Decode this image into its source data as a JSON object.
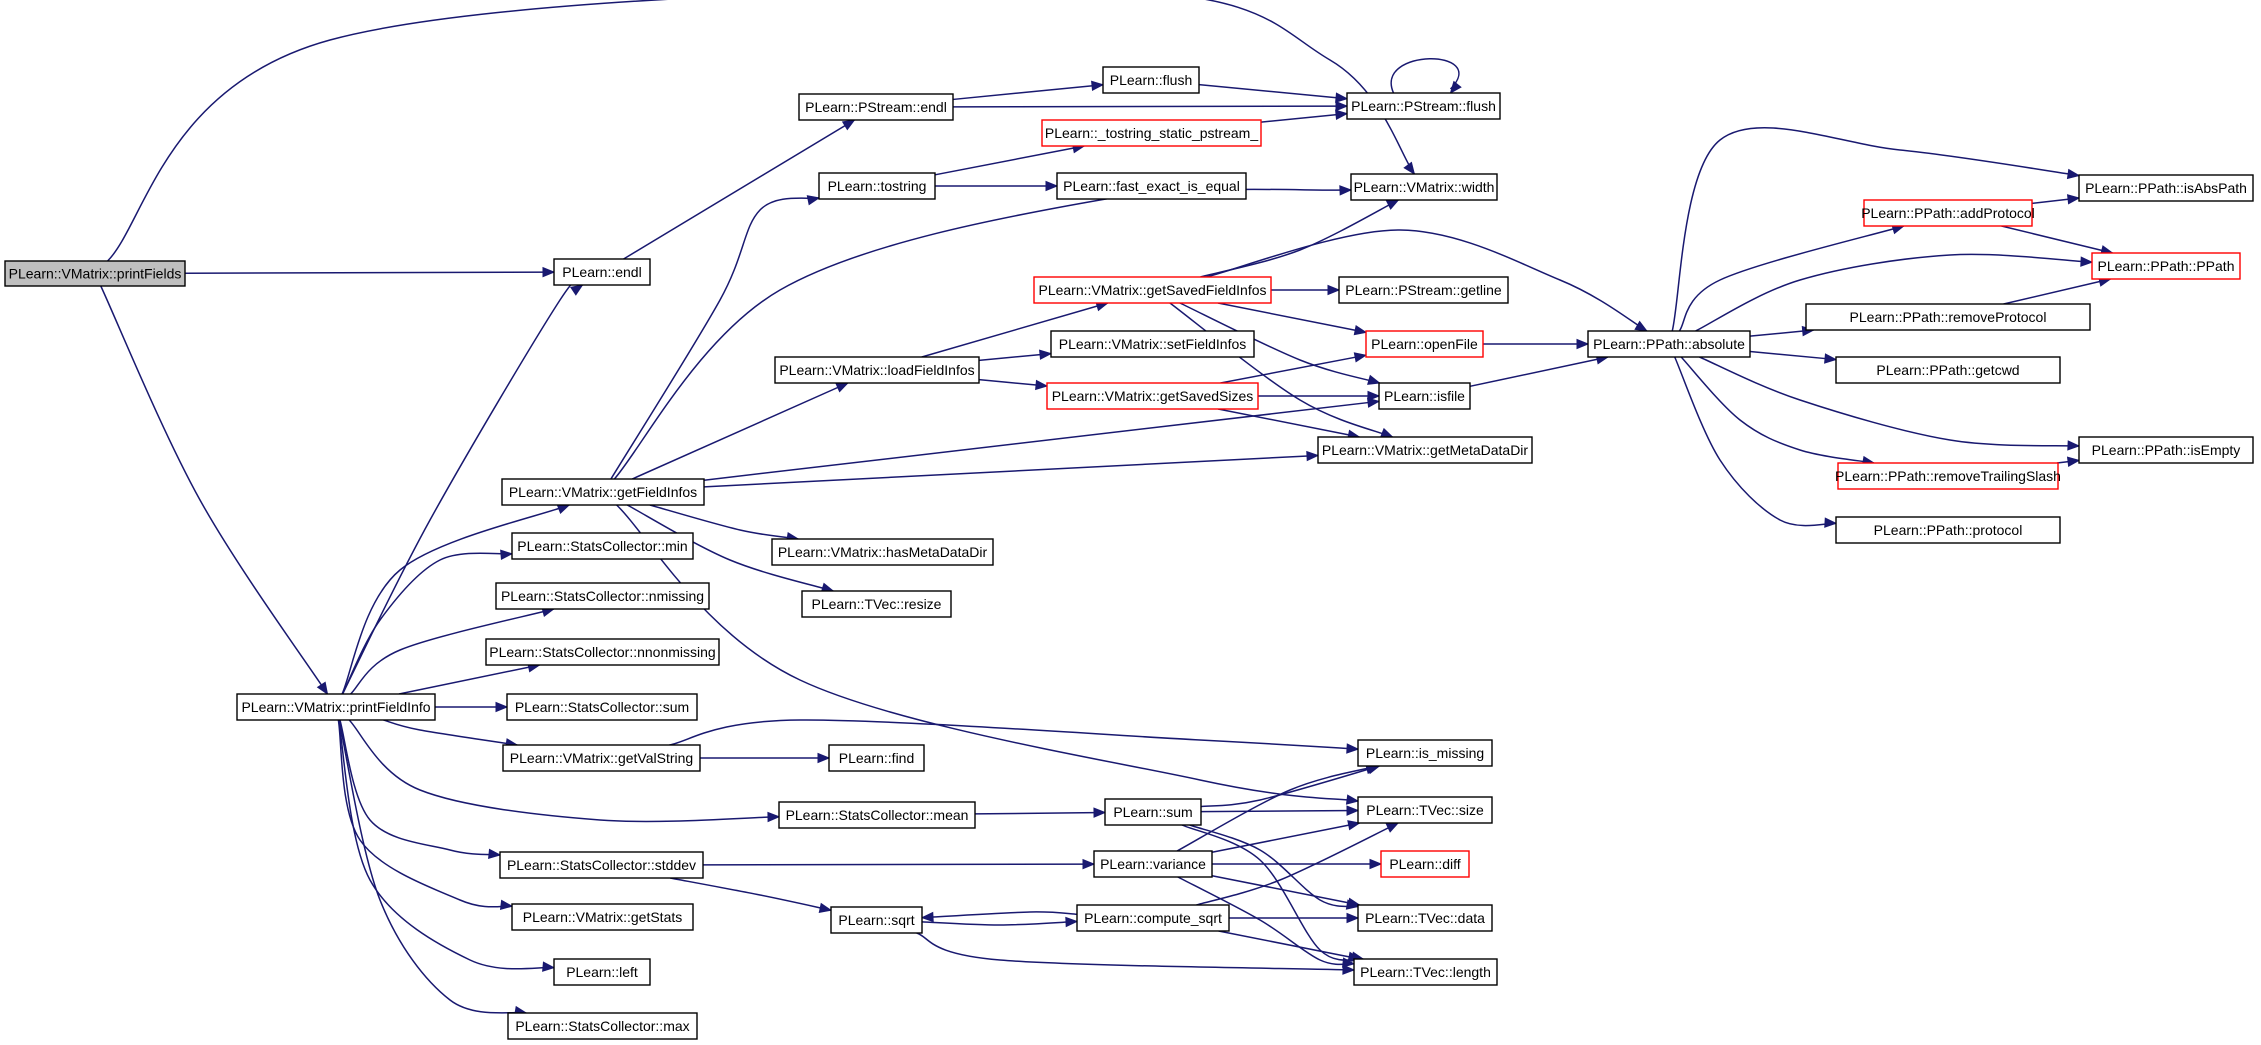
{
  "graph": {
    "nodes": [
      {
        "id": "printFields",
        "label": "PLearn::VMatrix::printFields",
        "highlight": true
      },
      {
        "id": "endl",
        "label": "PLearn::endl"
      },
      {
        "id": "pstream_endl",
        "label": "PLearn::PStream::endl"
      },
      {
        "id": "flush",
        "label": "PLearn::flush"
      },
      {
        "id": "pstream_flush",
        "label": "PLearn::PStream::flush"
      },
      {
        "id": "tostring_static",
        "label": "PLearn::_tostring_static_pstream_",
        "truncated": true
      },
      {
        "id": "tostring",
        "label": "PLearn::tostring"
      },
      {
        "id": "fast_exact",
        "label": "PLearn::fast_exact_is_equal"
      },
      {
        "id": "width",
        "label": "PLearn::VMatrix::width"
      },
      {
        "id": "getSavedFieldInfos",
        "label": "PLearn::VMatrix::getSavedFieldInfos",
        "truncated": true
      },
      {
        "id": "getline",
        "label": "PLearn::PStream::getline"
      },
      {
        "id": "setFieldInfos",
        "label": "PLearn::VMatrix::setFieldInfos"
      },
      {
        "id": "loadFieldInfos",
        "label": "PLearn::VMatrix::loadFieldInfos"
      },
      {
        "id": "openFile",
        "label": "PLearn::openFile",
        "truncated": true
      },
      {
        "id": "getSavedSizes",
        "label": "PLearn::VMatrix::getSavedSizes",
        "truncated": true
      },
      {
        "id": "isfile",
        "label": "PLearn::isfile"
      },
      {
        "id": "getMetaDataDir",
        "label": "PLearn::VMatrix::getMetaDataDir"
      },
      {
        "id": "getFieldInfos",
        "label": "PLearn::VMatrix::getFieldInfos"
      },
      {
        "id": "hasMetaDataDir",
        "label": "PLearn::VMatrix::hasMetaDataDir"
      },
      {
        "id": "tvec_resize",
        "label": "PLearn::TVec::resize"
      },
      {
        "id": "sc_min",
        "label": "PLearn::StatsCollector::min"
      },
      {
        "id": "sc_nmissing",
        "label": "PLearn::StatsCollector::nmissing"
      },
      {
        "id": "sc_nnonmissing",
        "label": "PLearn::StatsCollector::nnonmissing"
      },
      {
        "id": "printFieldInfo",
        "label": "PLearn::VMatrix::printFieldInfo"
      },
      {
        "id": "sc_sum",
        "label": "PLearn::StatsCollector::sum"
      },
      {
        "id": "getValString",
        "label": "PLearn::VMatrix::getValString"
      },
      {
        "id": "find",
        "label": "PLearn::find"
      },
      {
        "id": "is_missing",
        "label": "PLearn::is_missing"
      },
      {
        "id": "sc_mean",
        "label": "PLearn::StatsCollector::mean"
      },
      {
        "id": "sum",
        "label": "PLearn::sum"
      },
      {
        "id": "tvec_size",
        "label": "PLearn::TVec::size"
      },
      {
        "id": "sc_stddev",
        "label": "PLearn::StatsCollector::stddev"
      },
      {
        "id": "variance",
        "label": "PLearn::variance"
      },
      {
        "id": "diff",
        "label": "PLearn::diff",
        "truncated": true
      },
      {
        "id": "sqrt",
        "label": "PLearn::sqrt"
      },
      {
        "id": "compute_sqrt",
        "label": "PLearn::compute_sqrt"
      },
      {
        "id": "tvec_data",
        "label": "PLearn::TVec::data"
      },
      {
        "id": "getStats",
        "label": "PLearn::VMatrix::getStats"
      },
      {
        "id": "left",
        "label": "PLearn::left"
      },
      {
        "id": "tvec_length",
        "label": "PLearn::TVec::length"
      },
      {
        "id": "sc_max",
        "label": "PLearn::StatsCollector::max"
      },
      {
        "id": "absolute",
        "label": "PLearn::PPath::absolute"
      },
      {
        "id": "addProtocol",
        "label": "PLearn::PPath::addProtocol",
        "truncated": true
      },
      {
        "id": "isAbsPath",
        "label": "PLearn::PPath::isAbsPath"
      },
      {
        "id": "ppath",
        "label": "PLearn::PPath::PPath",
        "truncated": true
      },
      {
        "id": "removeProtocol",
        "label": "PLearn::PPath::removeProtocol"
      },
      {
        "id": "getcwd",
        "label": "PLearn::PPath::getcwd"
      },
      {
        "id": "removeTrailingSlash",
        "label": "PLearn::PPath::removeTrailingSlash",
        "truncated": true
      },
      {
        "id": "isEmpty",
        "label": "PLearn::PPath::isEmpty"
      },
      {
        "id": "protocol",
        "label": "PLearn::PPath::protocol"
      }
    ],
    "edges": [
      [
        "printFields",
        "width"
      ],
      [
        "printFields",
        "endl"
      ],
      [
        "printFields",
        "printFieldInfo"
      ],
      [
        "endl",
        "pstream_endl"
      ],
      [
        "pstream_endl",
        "flush"
      ],
      [
        "pstream_endl",
        "pstream_flush"
      ],
      [
        "flush",
        "pstream_flush"
      ],
      [
        "pstream_flush",
        "pstream_flush"
      ],
      [
        "tostring",
        "tostring_static"
      ],
      [
        "tostring",
        "fast_exact"
      ],
      [
        "tostring_static",
        "pstream_flush"
      ],
      [
        "getFieldInfos",
        "tostring"
      ],
      [
        "getFieldInfos",
        "width"
      ],
      [
        "getFieldInfos",
        "loadFieldInfos"
      ],
      [
        "getFieldInfos",
        "isfile"
      ],
      [
        "getFieldInfos",
        "getMetaDataDir"
      ],
      [
        "getFieldInfos",
        "hasMetaDataDir"
      ],
      [
        "getFieldInfos",
        "tvec_resize"
      ],
      [
        "getFieldInfos",
        "tvec_size"
      ],
      [
        "loadFieldInfos",
        "getSavedFieldInfos"
      ],
      [
        "loadFieldInfos",
        "setFieldInfos"
      ],
      [
        "loadFieldInfos",
        "getSavedSizes"
      ],
      [
        "getSavedFieldInfos",
        "width"
      ],
      [
        "getSavedFieldInfos",
        "getline"
      ],
      [
        "getSavedFieldInfos",
        "openFile"
      ],
      [
        "getSavedFieldInfos",
        "isfile"
      ],
      [
        "getSavedFieldInfos",
        "getMetaDataDir"
      ],
      [
        "getSavedFieldInfos",
        "absolute"
      ],
      [
        "getSavedSizes",
        "openFile"
      ],
      [
        "getSavedSizes",
        "isfile"
      ],
      [
        "getSavedSizes",
        "getMetaDataDir"
      ],
      [
        "openFile",
        "absolute"
      ],
      [
        "isfile",
        "absolute"
      ],
      [
        "absolute",
        "isAbsPath"
      ],
      [
        "absolute",
        "addProtocol"
      ],
      [
        "absolute",
        "ppath"
      ],
      [
        "absolute",
        "removeProtocol"
      ],
      [
        "absolute",
        "getcwd"
      ],
      [
        "absolute",
        "isEmpty"
      ],
      [
        "absolute",
        "removeTrailingSlash"
      ],
      [
        "absolute",
        "protocol"
      ],
      [
        "addProtocol",
        "isAbsPath"
      ],
      [
        "addProtocol",
        "ppath"
      ],
      [
        "removeProtocol",
        "ppath"
      ],
      [
        "removeTrailingSlash",
        "isEmpty"
      ],
      [
        "printFieldInfo",
        "endl"
      ],
      [
        "printFieldInfo",
        "getFieldInfos"
      ],
      [
        "printFieldInfo",
        "sc_min"
      ],
      [
        "printFieldInfo",
        "sc_nmissing"
      ],
      [
        "printFieldInfo",
        "sc_nnonmissing"
      ],
      [
        "printFieldInfo",
        "sc_sum"
      ],
      [
        "printFieldInfo",
        "getValString"
      ],
      [
        "printFieldInfo",
        "sc_mean"
      ],
      [
        "printFieldInfo",
        "sc_stddev"
      ],
      [
        "printFieldInfo",
        "getStats"
      ],
      [
        "printFieldInfo",
        "left"
      ],
      [
        "printFieldInfo",
        "sc_max"
      ],
      [
        "getValString",
        "find"
      ],
      [
        "getValString",
        "is_missing"
      ],
      [
        "sc_mean",
        "sum"
      ],
      [
        "sum",
        "is_missing"
      ],
      [
        "sum",
        "tvec_size"
      ],
      [
        "sum",
        "tvec_data"
      ],
      [
        "sum",
        "tvec_length"
      ],
      [
        "sc_stddev",
        "variance"
      ],
      [
        "sc_stddev",
        "sqrt"
      ],
      [
        "variance",
        "is_missing"
      ],
      [
        "variance",
        "tvec_size"
      ],
      [
        "variance",
        "diff"
      ],
      [
        "variance",
        "tvec_data"
      ],
      [
        "variance",
        "tvec_length"
      ],
      [
        "sqrt",
        "compute_sqrt"
      ],
      [
        "sqrt",
        "tvec_length"
      ],
      [
        "compute_sqrt",
        "sqrt"
      ],
      [
        "compute_sqrt",
        "tvec_size"
      ],
      [
        "compute_sqrt",
        "tvec_data"
      ],
      [
        "compute_sqrt",
        "tvec_length"
      ]
    ]
  },
  "colors": {
    "edge": "#191970",
    "node_border": "#000000",
    "truncated_border": "#ff0000",
    "highlight_fill": "#bfbfbf",
    "background": "#ffffff"
  }
}
